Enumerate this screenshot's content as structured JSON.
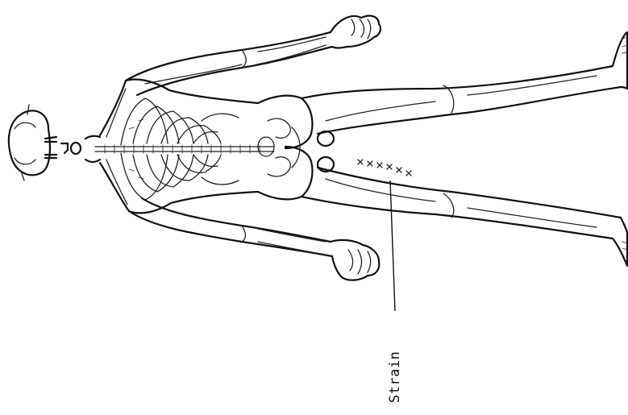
{
  "annotations": [
    {
      "id": "strain",
      "text": "Strain"
    }
  ],
  "colors": {
    "ink": "#111111",
    "background": "#ffffff"
  },
  "markers": {
    "symbol": "x",
    "count": 6
  }
}
